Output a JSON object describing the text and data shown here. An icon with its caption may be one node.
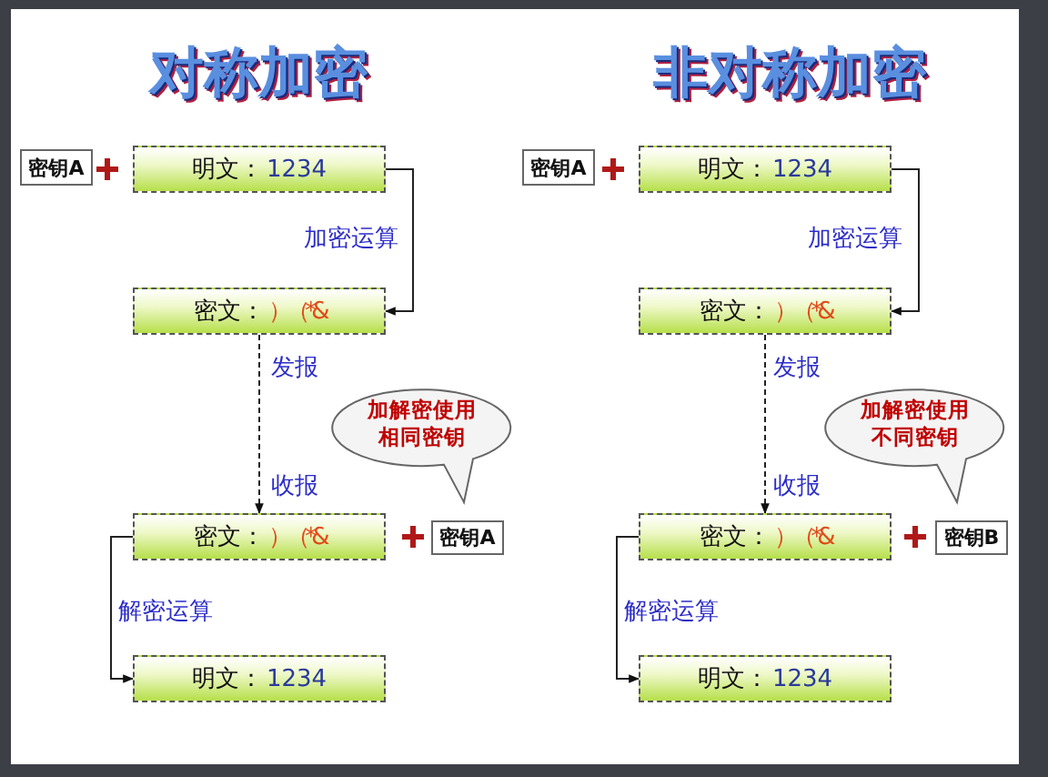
{
  "diagram": {
    "nodes": [
      {
        "text": [
          "密钥A"
        ]
      },
      {
        "text": [
          "明文：",
          "1234"
        ]
      },
      {
        "text": [
          "密文：",
          "）（*&"
        ]
      },
      {
        "text": [
          "加解密使用相同密钥"
        ]
      },
      {
        "text": [
          "密文：",
          "）（*&"
        ]
      },
      {
        "text": [
          "密钥A"
        ]
      },
      {
        "text": [
          "明文：",
          "1234"
        ]
      },
      {
        "text": [
          "密钥A"
        ]
      },
      {
        "text": [
          "明文：",
          "1234"
        ]
      },
      {
        "text": [
          "密文：",
          "）（*&"
        ]
      },
      {
        "text": [
          "加解密使用不同密钥"
        ]
      },
      {
        "text": [
          "密文：",
          "）（*&"
        ]
      },
      {
        "text": [
          "密钥B"
        ]
      },
      {
        "text": [
          "明文：",
          "1234"
        ]
      }
    ],
    "edges": [
      {
        "from": 1,
        "to": 2,
        "arrow": "to",
        "label": "加密运算"
      },
      {
        "from": 2,
        "to": 4,
        "arrow": "to",
        "label": "发报",
        "style": "dashed"
      },
      {
        "from": 4,
        "to": 6,
        "arrow": "to",
        "label": "解密运算"
      },
      {
        "from": 8,
        "to": 9,
        "arrow": "to",
        "label": "加密运算"
      },
      {
        "from": 9,
        "to": 11,
        "arrow": "to",
        "label": "发报",
        "style": "dashed"
      },
      {
        "from": 11,
        "to": 13,
        "arrow": "to",
        "label": "解密运算"
      }
    ],
    "labels": [
      "对称加密",
      "非对称加密",
      "收报",
      "收报"
    ]
  }
}
